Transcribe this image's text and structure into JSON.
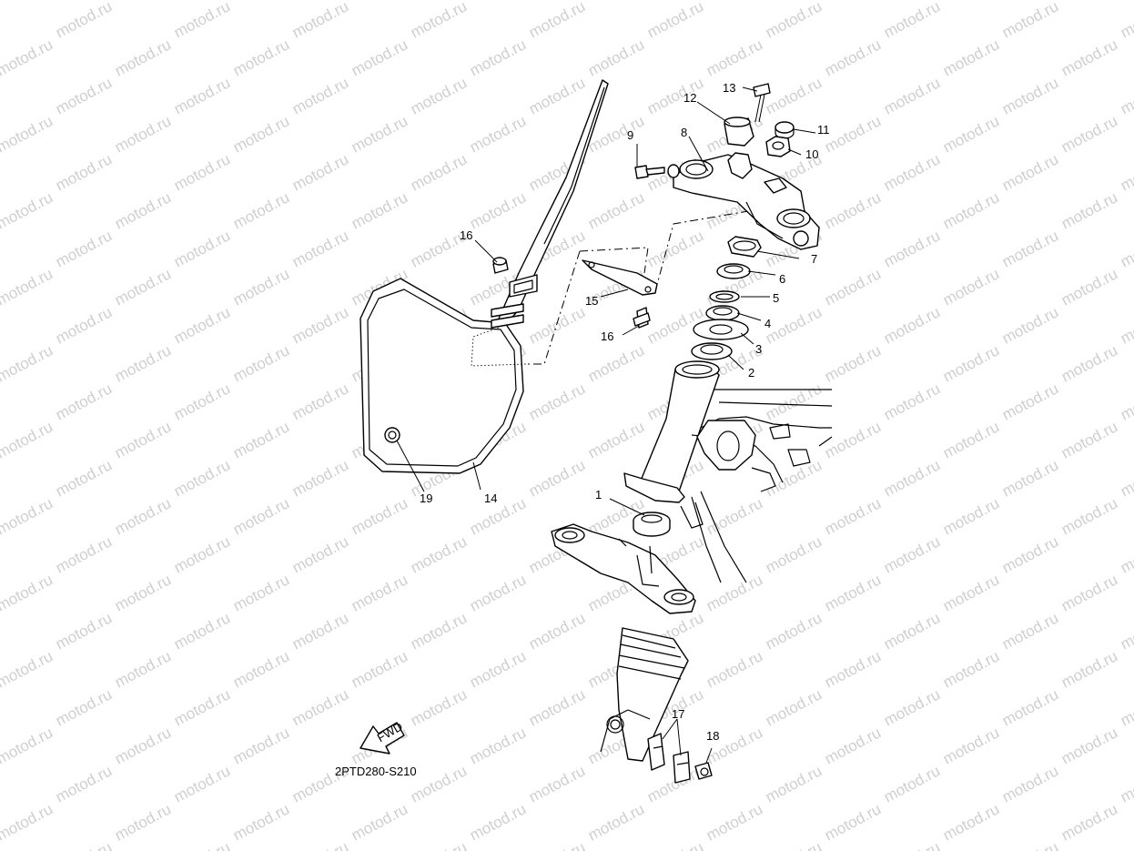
{
  "watermark": "motod.ru",
  "diagram_code": "2PTD280-S210",
  "fwd_label": "FWD",
  "callouts": {
    "c1": "1",
    "c2": "2",
    "c3": "3",
    "c4": "4",
    "c5": "5",
    "c6": "6",
    "c7": "7",
    "c8": "8",
    "c9": "9",
    "c10": "10",
    "c11": "11",
    "c12": "12",
    "c13": "13",
    "c14": "14",
    "c15": "15",
    "c16a": "16",
    "c16b": "16",
    "c17": "17",
    "c18": "18",
    "c19": "19"
  }
}
